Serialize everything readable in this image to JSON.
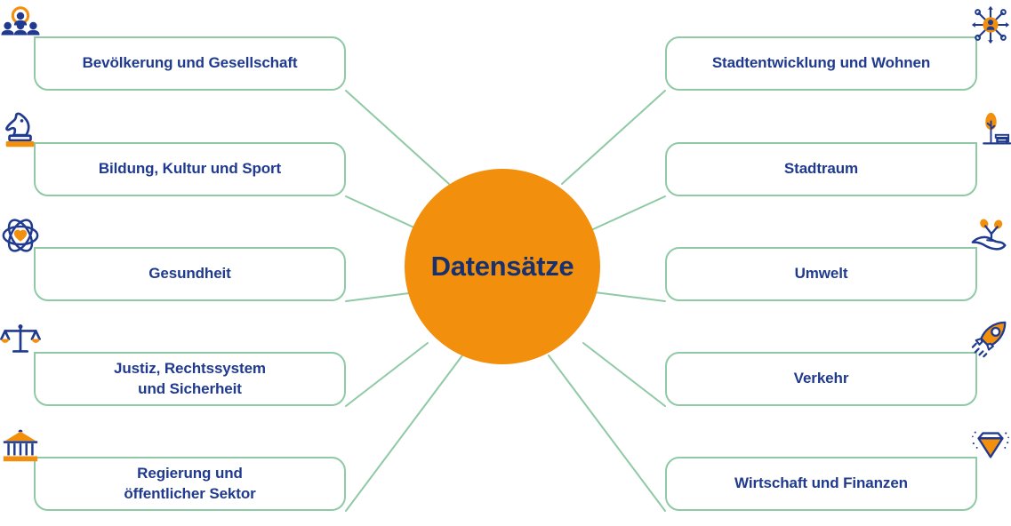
{
  "diagram": {
    "title": "Datensätze",
    "type": "mind-map",
    "colors": {
      "hub_fill": "#F28F0D",
      "hub_text": "#17306E",
      "node_border": "#8FC9A5",
      "node_text": "#1F3A8F",
      "connector": "#8FC9A5",
      "icon_navy": "#1F3A8F",
      "icon_orange": "#F28F0D",
      "background": "#FFFFFF"
    }
  },
  "hub": {
    "label": "Datensätze"
  },
  "left_nodes": [
    {
      "label": "Bevölkerung und Gesellschaft",
      "icon": "group-of-people-icon"
    },
    {
      "label": "Bildung, Kultur und Sport",
      "icon": "chess-knight-icon"
    },
    {
      "label": "Gesundheit",
      "icon": "atom-heart-icon"
    },
    {
      "label": "Justiz, Rechtssystem\nund Sicherheit",
      "icon": "scales-of-justice-icon"
    },
    {
      "label": "Regierung und\nöffentlicher Sektor",
      "icon": "government-building-icon"
    }
  ],
  "right_nodes": [
    {
      "label": "Stadtentwicklung und Wohnen",
      "icon": "person-network-hub-icon"
    },
    {
      "label": "Stadtraum",
      "icon": "tree-bench-icon"
    },
    {
      "label": "Umwelt",
      "icon": "hand-sprout-icon"
    },
    {
      "label": "Verkehr",
      "icon": "rocket-icon"
    },
    {
      "label": "Wirtschaft und Finanzen",
      "icon": "diamond-gem-icon"
    }
  ]
}
